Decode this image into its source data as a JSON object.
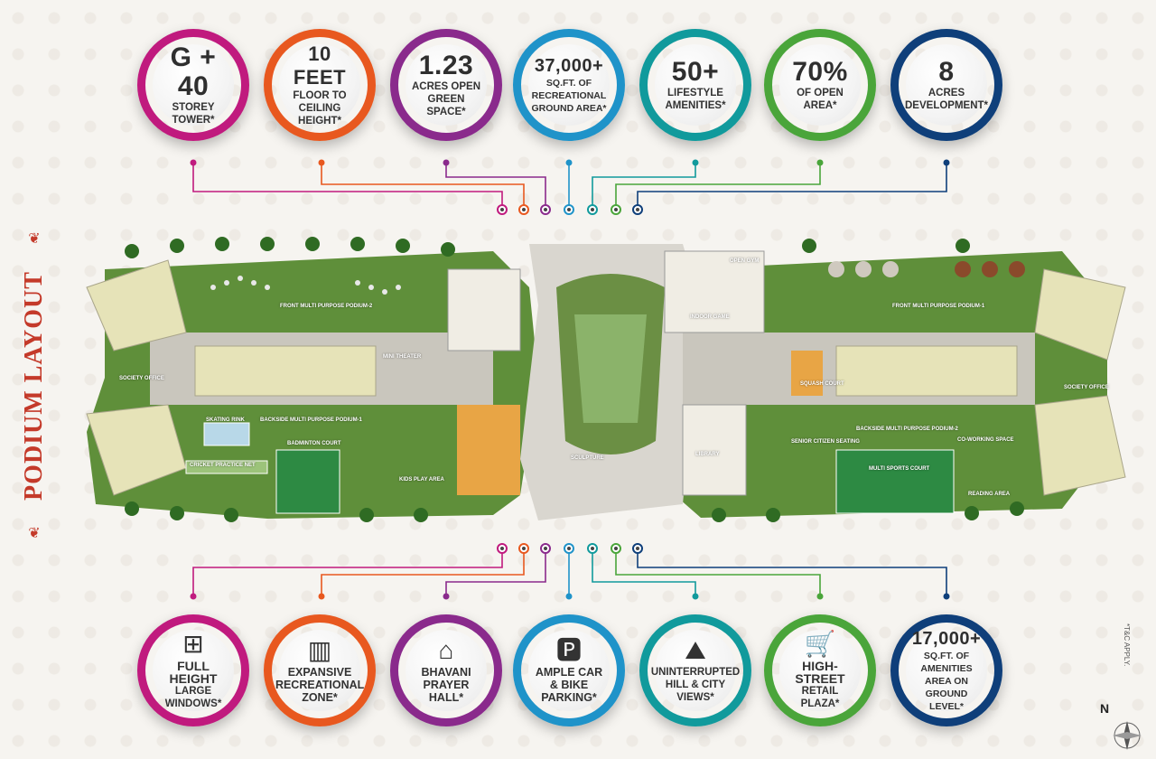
{
  "top_stats": [
    {
      "value": "G + 40",
      "label": "STOREY TOWER*",
      "color": "#c01a7e"
    },
    {
      "value": "10 FEET",
      "label": "FLOOR TO CEILING HEIGHT*",
      "color": "#e8581f"
    },
    {
      "value": "1.23",
      "label": "ACRES OPEN GREEN SPACE*",
      "color": "#8a2a8c"
    },
    {
      "value": "37,000+",
      "label": "SQ.FT. OF RECREATIONAL GROUND AREA*",
      "color": "#1f93c9"
    },
    {
      "value": "50+",
      "label": "LIFESTYLE AMENITIES*",
      "color": "#119a9c"
    },
    {
      "value": "70%",
      "label": "OF OPEN AREA*",
      "color": "#4aa53a"
    },
    {
      "value": "8",
      "label": "ACRES DEVELOPMENT*",
      "color": "#0f3f7a"
    }
  ],
  "bottom_features": [
    {
      "title": "FULL HEIGHT",
      "label": "LARGE WINDOWS*",
      "icon": "window-icon",
      "color": "#c01a7e"
    },
    {
      "title": "EXPANSIVE RECREATIONAL ZONE*",
      "label": "",
      "icon": "building-icon",
      "color": "#e8581f"
    },
    {
      "title": "BHAVANI PRAYER HALL*",
      "label": "",
      "icon": "temple-icon",
      "color": "#8a2a8c"
    },
    {
      "title": "AMPLE CAR & BIKE PARKING*",
      "label": "",
      "icon": "parking-icon",
      "color": "#1f93c9"
    },
    {
      "title": "UNINTERRUPTED HILL & CITY VIEWS*",
      "label": "",
      "icon": "road-icon",
      "color": "#119a9c"
    },
    {
      "title": "HIGH-STREET",
      "label": "RETAIL PLAZA*",
      "icon": "cart-icon",
      "color": "#4aa53a"
    },
    {
      "title": "17,000+",
      "label": "SQ.FT. OF AMENITIES AREA ON GROUND LEVEL*",
      "icon": "",
      "color": "#0f3f7a"
    }
  ],
  "side_title": "PODIUM LAYOUT",
  "tc_note": "*T&C APPLY.",
  "north_label": "N",
  "map_labels": {
    "front_podium_2": "FRONT MULTI PURPOSE PODIUM-2",
    "front_podium_1": "FRONT MULTI PURPOSE PODIUM-1",
    "back_podium_1": "BACKSIDE MULTI PURPOSE PODIUM-1",
    "back_podium_2": "BACKSIDE MULTI PURPOSE PODIUM-2",
    "skating": "SKATING RINK",
    "cricket": "CRICKET PRACTICE NET",
    "badminton": "BADMINTON COURT",
    "kids": "KIDS PLAY AREA",
    "sculpture": "SCULPTURE",
    "multi_sports": "MULTI SPORTS COURT",
    "senior": "SENIOR CITIZEN SEATING",
    "coworking": "CO-WORKING SPACE",
    "reading": "READING AREA",
    "society_office_left": "SOCIETY OFFICE",
    "society_office_right": "SOCIETY OFFICE",
    "squash": "SQUASH COURT",
    "mini_theater": "MINI THEATER",
    "indoor_games": "INDOOR GAME",
    "open_gym": "OPEN GYM",
    "library": "LIBRARY"
  }
}
